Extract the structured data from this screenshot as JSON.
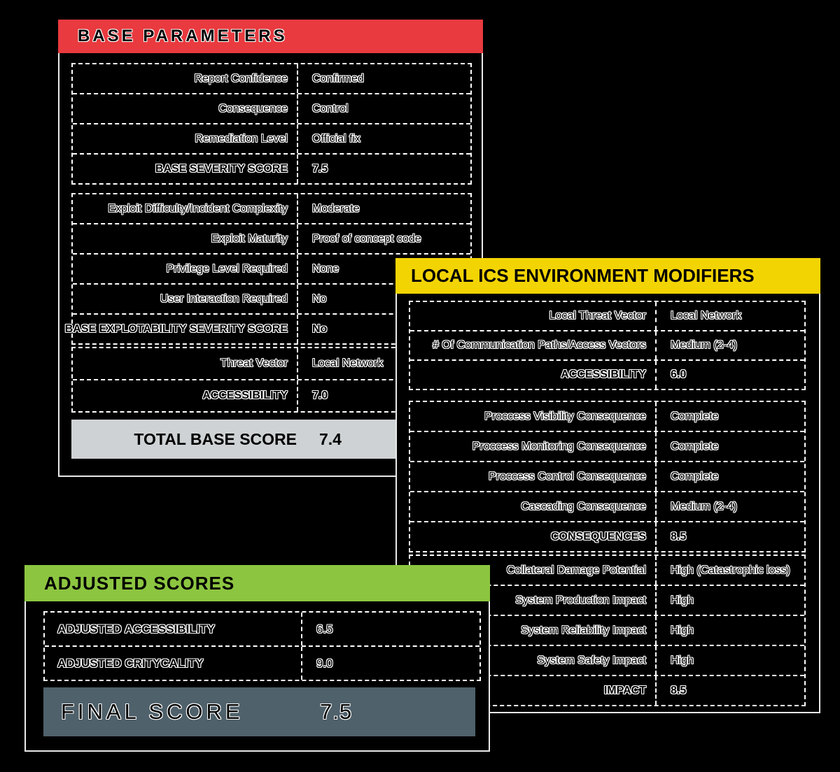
{
  "colors": {
    "background": "#000000",
    "panel_border": "#e9e9e9",
    "table_border": "#ffffff",
    "base_header": "#e93a3f",
    "modifiers_header": "#f3d403",
    "adjusted_header": "#8cc540",
    "total_bar": "#ced2d4",
    "final_bar": "#4f616b",
    "text": "#000000",
    "text_outline": "#ffffff"
  },
  "panels": {
    "base": {
      "title": "BASE PARAMETERS",
      "tables": [
        {
          "rows": [
            {
              "label": "Report Confidence",
              "value": "Confirmed",
              "bold": false
            },
            {
              "label": "Consequence",
              "value": "Control",
              "bold": false
            },
            {
              "label": "Remediation Level",
              "value": "Official fix",
              "bold": false
            },
            {
              "label": "BASE SEVERITY SCORE",
              "value": "7.5",
              "bold": true
            }
          ]
        },
        {
          "rows": [
            {
              "label": "Exploit Difficulty/Incident Complexity",
              "value": "Moderate",
              "bold": false
            },
            {
              "label": "Exploit Maturity",
              "value": "Proof of concept code",
              "bold": false
            },
            {
              "label": "Privilege Level Required",
              "value": "None",
              "bold": false
            },
            {
              "label": "User Interaction Required",
              "value": "No",
              "bold": false
            },
            {
              "label": "BASE EXPLOTABILITY SEVERITY SCORE",
              "value": "No",
              "bold": true
            }
          ]
        },
        {
          "rows": [
            {
              "label": "Threat Vector",
              "value": "Local Network",
              "bold": false
            },
            {
              "label": "ACCESSIBILITY",
              "value": "7.0",
              "bold": true
            }
          ]
        }
      ],
      "total": {
        "label": "TOTAL BASE SCORE",
        "value": "7.4"
      }
    },
    "modifiers": {
      "title": "LOCAL ICS ENVIRONMENT MODIFIERS",
      "tables": [
        {
          "rows": [
            {
              "label": "Local Threat Vector",
              "value": "Local Network",
              "bold": false
            },
            {
              "label": "# Of Communication Paths/Access Vectors",
              "value": "Medium (2-4)",
              "bold": false
            },
            {
              "label": "ACCESSIBILITY",
              "value": "6.0",
              "bold": true
            }
          ]
        },
        {
          "rows": [
            {
              "label": "Proccess Visibility Consequence",
              "value": "Complete",
              "bold": false
            },
            {
              "label": "Proccess Monitoring Consequence",
              "value": "Complete",
              "bold": false
            },
            {
              "label": "Proccess Control Consequence",
              "value": "Complete",
              "bold": false
            },
            {
              "label": "Cascading Consequence",
              "value": "Medium (2-4)",
              "bold": false
            },
            {
              "label": "CONSEQUENCES",
              "value": "8.5",
              "bold": true
            }
          ]
        },
        {
          "rows": [
            {
              "label": "Collateral Damage Potential",
              "value": "High (Catastrophic loss)",
              "bold": false
            },
            {
              "label": "System Production Impact",
              "value": "High",
              "bold": false
            },
            {
              "label": "System Reliability Impact",
              "value": "High",
              "bold": false
            },
            {
              "label": "System Safety Impact",
              "value": "High",
              "bold": false
            },
            {
              "label": "IMPACT",
              "value": "8.5",
              "bold": true
            }
          ]
        }
      ]
    },
    "adjusted": {
      "title": "ADJUSTED SCORES",
      "tables": [
        {
          "rows": [
            {
              "label": "ADJUSTED ACCESSIBILITY",
              "value": "6.5",
              "bold": false,
              "label_bold": true
            },
            {
              "label": "ADJUSTED CRITYCALITY",
              "value": "9.0",
              "bold": false,
              "label_bold": true
            }
          ]
        }
      ],
      "final": {
        "label": "FINAL SCORE",
        "value": "7.5"
      }
    }
  }
}
